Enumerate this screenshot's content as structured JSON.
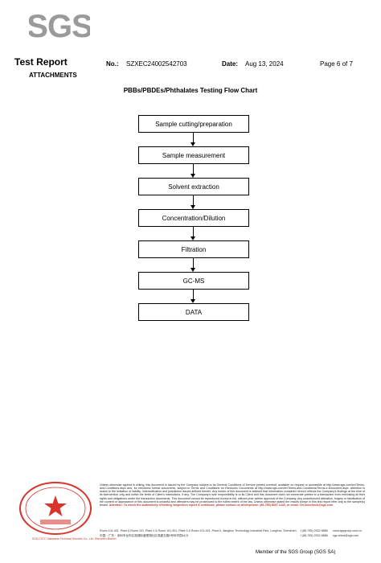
{
  "header": {
    "logo_text": "SGS",
    "report_title": "Test Report",
    "section": "ATTACHMENTS",
    "no_label": "No.:",
    "no_value": "SZXEC24002542703",
    "date_label": "Date:",
    "date_value": "Aug 13, 2024",
    "page": "Page 6 of 7"
  },
  "chart": {
    "title": "PBBs/PBDEs/Phthalates Testing Flow Chart",
    "steps": [
      "Sample cutting/preparation",
      "Sample measurement",
      "Solvent extraction",
      "Concentration/Dilution",
      "Filtration",
      "GC-MS",
      "DATA"
    ]
  },
  "footer": {
    "disclaimer": "Unless otherwise agreed in writing, this document is issued by the Company subject to its General Conditions of Service printed overleaf, available on request or accessible at http://www.sgs.com/en/Terms-and-Conditions.aspx and, for electronic format documents, subject to Terms and Conditions for Electronic Documents at http://www.sgs.com/en/Terms-and-Conditions/Terms-e-Document.aspx. Attention is drawn to the limitation of liability, indemnification and jurisdiction issues defined therein. Any holder of this document is advised that information contained hereon reflects the Company's findings at the time of its intervention only and within the limits of Client's instructions, if any. The Company's sole responsibility is to its Client and this document does not exonerate parties to a transaction from exercising all their rights and obligations under the transaction documents. This document cannot be reproduced except in full, without prior written approval of the Company. Any unauthorized alteration, forgery or falsification of the content or appearance of this document is unlawful and offenders may be prosecuted to the fullest extent of the law. Unless otherwise stated the results shown in this test report refer only to the sample(s) tested.",
    "attention": "Attention: To check the authenticity of testing /inspection report & certificate, please contact us at telephone: (86-755) 8307 1443, or email: CN.Doccheck@sgs.com",
    "address_en": "Room 101-401, Plant & Room 101, Plant 2 & Room 101-301, Plant 3 & Room 101-401, Plant 5, Jiangkun Technology Industrial Park, Longhua, Shenzhen, Guangdong, China 518109",
    "address_cn": "中国・广东・深圳市龙华区观湖街道鹭湖社区观盛五路5号科学园4101",
    "tel_1": "t (86-755) 2532 8888",
    "tel_2": "t (86-755) 2532 8888",
    "fax_1": "f (86-755) 2532 1899",
    "fax_2": "f (86-755) 2532 1899",
    "web": "www.sgsgroup.com.cn",
    "email": "sgs.china@sgs.com",
    "seal_caption": "SGS-CSTC Standards Technical Services Co., Ltd. Shenzhen Branch",
    "member": "Member of the SGS Group (SGS SA)"
  },
  "colors": {
    "seal_red": "#d9342b",
    "logo_gray": "#9a9a9a",
    "attention_red": "#c0392b"
  }
}
